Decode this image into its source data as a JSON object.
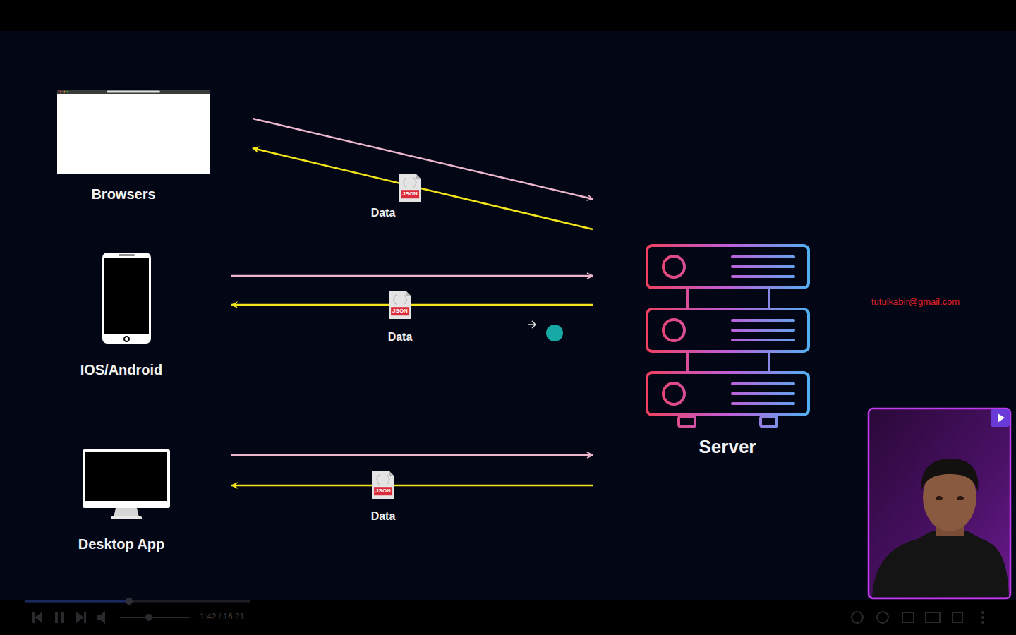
{
  "diagram": {
    "nodes": [
      {
        "text": [
          "Browsers"
        ]
      },
      {
        "text": [
          "IOS/Android"
        ]
      },
      {
        "text": [
          "Desktop App"
        ]
      },
      {
        "text": [
          "Server"
        ]
      }
    ],
    "edges": [
      {
        "from": 0,
        "to": 3,
        "arrow": "to"
      },
      {
        "from": 3,
        "to": 0,
        "label": "Data",
        "arrow": "to"
      },
      {
        "from": 1,
        "to": 3,
        "arrow": "to"
      },
      {
        "from": 3,
        "to": 1,
        "label": "Data",
        "arrow": "to"
      },
      {
        "from": 2,
        "to": 3,
        "arrow": "to"
      },
      {
        "from": 3,
        "to": 2,
        "label": "Data",
        "arrow": "to"
      }
    ],
    "labels": [
      "JSON",
      "JSON",
      "JSON",
      "tutulkabir@gmail.com",
      "1:42 / 16:21"
    ]
  }
}
